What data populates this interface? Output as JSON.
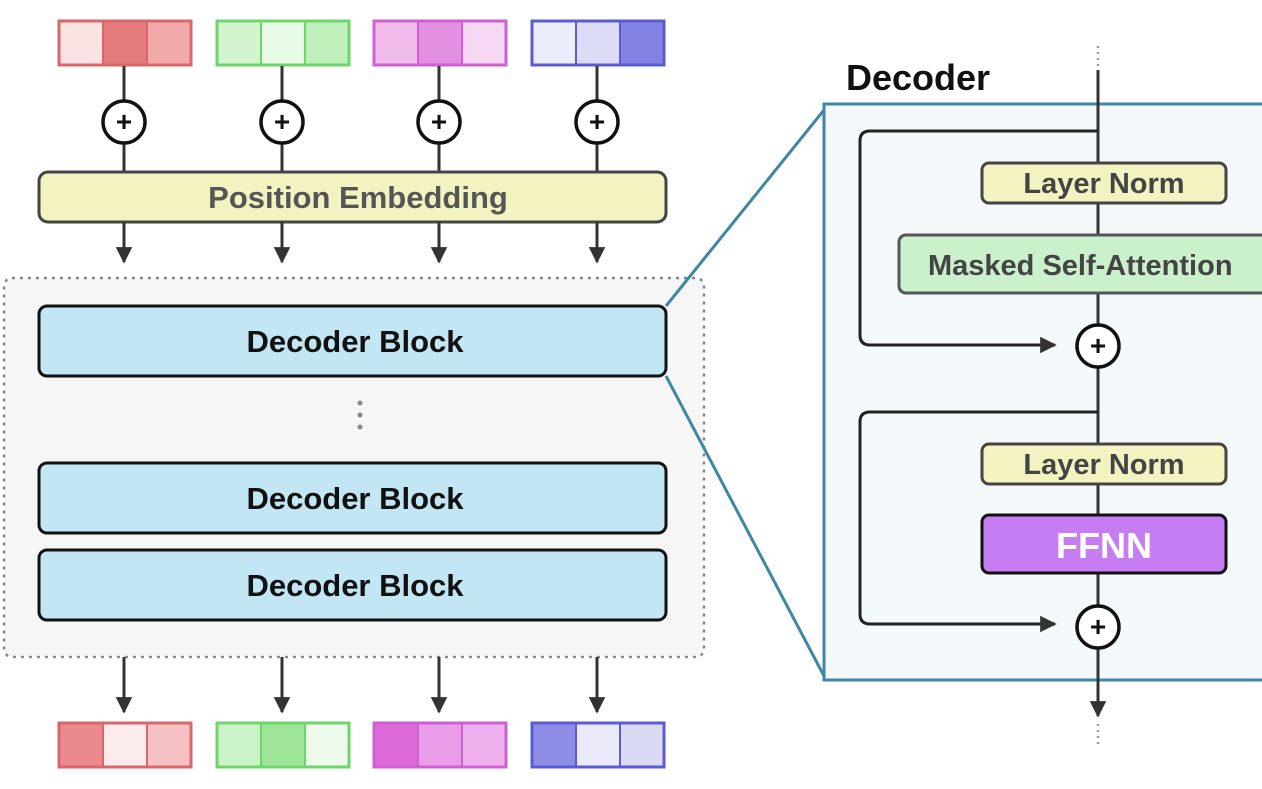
{
  "title": "Decoder",
  "position_embedding": {
    "label": "Position Embedding"
  },
  "decoder_blocks": [
    {
      "label": "Decoder Block"
    },
    {
      "label": "Decoder Block"
    },
    {
      "label": "Decoder Block"
    }
  ],
  "detail": {
    "layer_norm_1": "Layer Norm",
    "attention": "Masked Self-Attention",
    "layer_norm_2": "Layer Norm",
    "ffnn": "FFNN",
    "add_symbol": "+"
  },
  "input_tokens": [
    {
      "name": "token-1",
      "border": "#d9666a",
      "cells": [
        "#fbe3e3",
        "#e57a7c",
        "#f2a9aa"
      ]
    },
    {
      "name": "token-2",
      "border": "#6cd66b",
      "cells": [
        "#d2f5cf",
        "#e8fbe6",
        "#bfefbb"
      ]
    },
    {
      "name": "token-3",
      "border": "#cf5fd4",
      "cells": [
        "#efbcec",
        "#e390e2",
        "#f6d8f5"
      ]
    },
    {
      "name": "token-4",
      "border": "#5b5bd6",
      "cells": [
        "#eceefb",
        "#dcdcf6",
        "#8383e3"
      ]
    }
  ],
  "output_tokens": [
    {
      "name": "token-1",
      "border": "#d9666a",
      "cells": [
        "#eb8a8c",
        "#fcebeb",
        "#f6c1c2"
      ]
    },
    {
      "name": "token-2",
      "border": "#6cd66b",
      "cells": [
        "#ccf3c8",
        "#9ee597",
        "#eefbec"
      ]
    },
    {
      "name": "token-3",
      "border": "#cf5fd4",
      "cells": [
        "#dc6bd8",
        "#e99de8",
        "#efb0ee"
      ]
    },
    {
      "name": "token-4",
      "border": "#5b5bd6",
      "cells": [
        "#8d8de6",
        "#eaeafb",
        "#dadaf5"
      ]
    }
  ],
  "colors": {
    "position_embedding_fill": "#f2f3c0",
    "decoder_block_fill": "#c2e6f4",
    "layer_norm_fill": "#f2f3c0",
    "attention_fill": "#caf1cb",
    "ffnn_fill": "#c67cf3",
    "zoom_border": "#3e87a3",
    "zoom_fill": "#f4f9fc",
    "stack_fill": "#f6f6f6"
  }
}
